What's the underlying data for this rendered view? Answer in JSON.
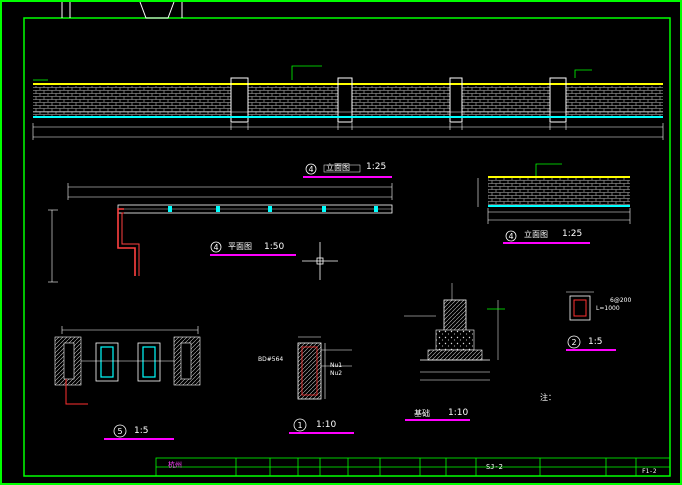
{
  "drawing": {
    "colors": {
      "background": "#000000",
      "frame": "#00ff00",
      "brick": "#c8c8c8",
      "cap": "#ffff00",
      "water": "#00ffff",
      "pink": "#ff00ff",
      "red": "#ff3030",
      "text": "#ffffff"
    },
    "titles": {
      "elevation_a_num": "4",
      "elevation_a_text": "立面图",
      "elevation_a_scale": "1:25",
      "elevation_b_num": "4",
      "elevation_b_text": "立面图",
      "elevation_b_scale": "1:25",
      "plan_num": "4",
      "plan_text": "平面图",
      "plan_scale": "1:50",
      "detail5_num": "5",
      "detail5_scale": "1:5",
      "detail1_num": "1",
      "detail1_scale": "1:10",
      "foundation_text": "基础",
      "foundation_scale": "1:10",
      "detail2_num": "2",
      "detail2_scale": "1:5"
    },
    "notes": {
      "main_note": "注：",
      "pier_note": "6@200",
      "pier_note2": "L=1000",
      "rebar_note1": "Nu1",
      "rebar_note2": "Nu2",
      "spec_note": "BD#564",
      "bottom_right": "F1-2"
    },
    "title_block": {
      "project": "杭州",
      "sheet_label": "SJ-2",
      "sheet_no": "F1-2"
    },
    "icons": {
      "crosshair": "crosshair-icon",
      "section_marker": "section-marker-icon"
    }
  }
}
